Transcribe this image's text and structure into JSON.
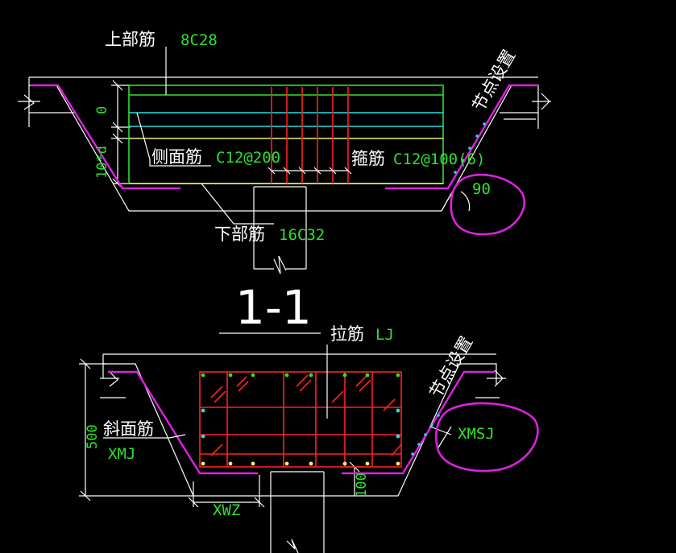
{
  "upper_section": {
    "top_bar_label": "上部筋",
    "top_bar_value": "8C28",
    "side_bar_label": "侧面筋",
    "side_bar_value": "C12@200",
    "stirrup_label": "箍筋",
    "stirrup_value": "C12@100(6)",
    "bottom_bar_label": "下部筋",
    "bottom_bar_value": "16C32",
    "dim_zero": "0",
    "dim_10d": "10*d",
    "angle": "90",
    "node_setting": "节点设置"
  },
  "section_title": "1-1",
  "lower_section": {
    "tie_label": "拉筋",
    "tie_value": "LJ",
    "slope_bar_label": "斜面筋",
    "slope_bar_value": "XMJ",
    "xmsj": "XMSJ",
    "xwz": "XWZ",
    "dim_500": "500",
    "dim_100": "100",
    "node_setting": "节点设置"
  },
  "colors": {
    "background": "#000000",
    "outline": "#ffffff",
    "magenta": "#e020e0",
    "green": "#2fe02f",
    "cyan": "#20e0e0",
    "red": "#ff2020",
    "yellow": "#f0f070"
  }
}
